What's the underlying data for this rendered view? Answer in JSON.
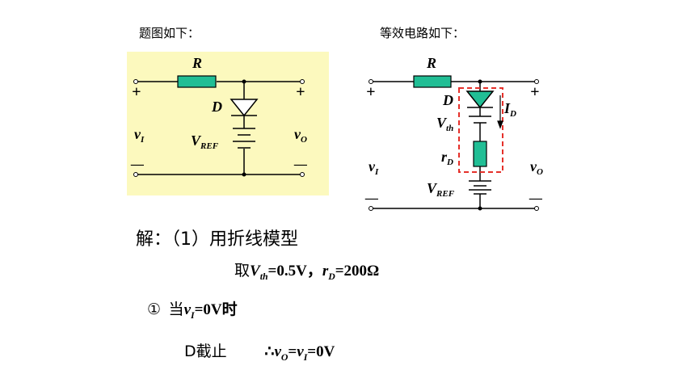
{
  "captions": {
    "left": "题图如下：",
    "right": "等效电路如下："
  },
  "circuit_left": {
    "resistor": "R",
    "diode": "D",
    "input": "v",
    "input_sub": "I",
    "output": "v",
    "output_sub": "O",
    "ref": "V",
    "ref_sub": "REF",
    "plus": "+",
    "minus": "—"
  },
  "circuit_right": {
    "resistor": "R",
    "diode": "D",
    "current": "I",
    "current_sub": "D",
    "vth": "V",
    "vth_sub": "th",
    "rd": "r",
    "rd_sub": "D",
    "input": "v",
    "input_sub": "I",
    "output": "v",
    "output_sub": "O",
    "ref": "V",
    "ref_sub": "REF",
    "plus": "+",
    "minus": "—"
  },
  "solution": {
    "title": "解：（1）用折线模型",
    "params_prefix": "取",
    "params_v": "V",
    "params_v_sub": "th",
    "params_v_val": "=0.5V，",
    "params_r": "r",
    "params_r_sub": "D",
    "params_r_val": "=200Ω",
    "case_mark": "①",
    "case_word": "当",
    "case_v": "v",
    "case_v_sub": "I",
    "case_val": "=0V",
    "case_tail": "时",
    "result_prefix": "D截止",
    "result_therefore": "∴",
    "result_vo": "v",
    "result_vo_sub": "O",
    "result_eq": "=",
    "result_vi": "v",
    "result_vi_sub": "I",
    "result_val": "=0V"
  },
  "colors": {
    "highlight_bg": "#FCF9BE",
    "component_fill": "#21BE95",
    "dashed_box": "#E5302A"
  }
}
